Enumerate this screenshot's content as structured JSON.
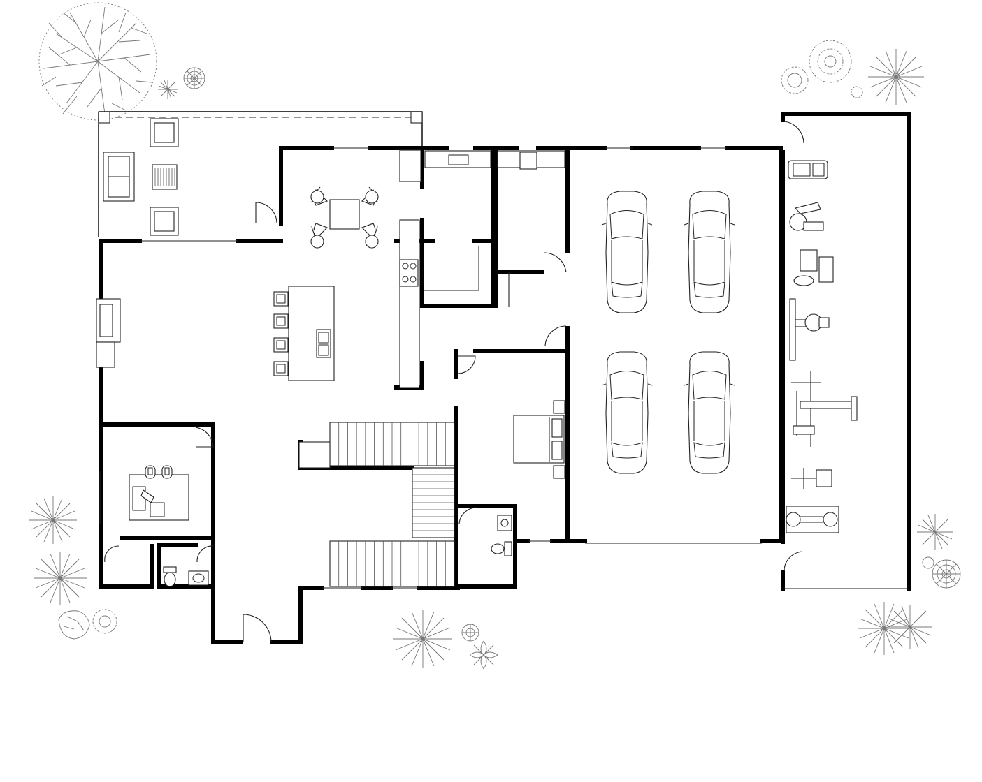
{
  "drawing": {
    "type": "floor-plan",
    "style": "black-and-white architectural line drawing",
    "colors": {
      "wall": "#000000",
      "background": "#ffffff",
      "fixture_line": "#222222",
      "landscape_line": "#777777"
    }
  },
  "rooms": [
    {
      "id": "porch",
      "furniture": [
        "sofa",
        "armchair",
        "armchair",
        "coffee-table"
      ]
    },
    {
      "id": "dining",
      "furniture": [
        "round-table",
        "chair",
        "chair",
        "chair",
        "chair"
      ]
    },
    {
      "id": "kitchen",
      "furniture": [
        "island",
        "bar-stool",
        "bar-stool",
        "bar-stool",
        "bar-stool",
        "sink",
        "cooktop"
      ]
    },
    {
      "id": "living",
      "furniture": [
        "fireplace"
      ]
    },
    {
      "id": "office",
      "furniture": [
        "desk",
        "chair",
        "chair",
        "computer"
      ]
    },
    {
      "id": "powder-room",
      "furniture": [
        "toilet",
        "sink"
      ]
    },
    {
      "id": "laundry",
      "furniture": [
        "washer",
        "dryer"
      ]
    },
    {
      "id": "bedroom",
      "furniture": [
        "bed",
        "nightstand",
        "nightstand"
      ]
    },
    {
      "id": "bathroom",
      "furniture": [
        "toilet",
        "sink"
      ]
    },
    {
      "id": "staircase",
      "furniture": [
        "stairs"
      ]
    },
    {
      "id": "garage",
      "furniture": [
        "car",
        "car",
        "car",
        "car"
      ],
      "car_count": 4
    },
    {
      "id": "gym",
      "furniture": [
        "treadmill",
        "exercise-bike",
        "weight-machine",
        "bench-press",
        "squat-rack",
        "elliptical",
        "cable-machine"
      ]
    }
  ],
  "landscape": {
    "trees": 1,
    "shrubs": 14,
    "rocks": 1
  }
}
